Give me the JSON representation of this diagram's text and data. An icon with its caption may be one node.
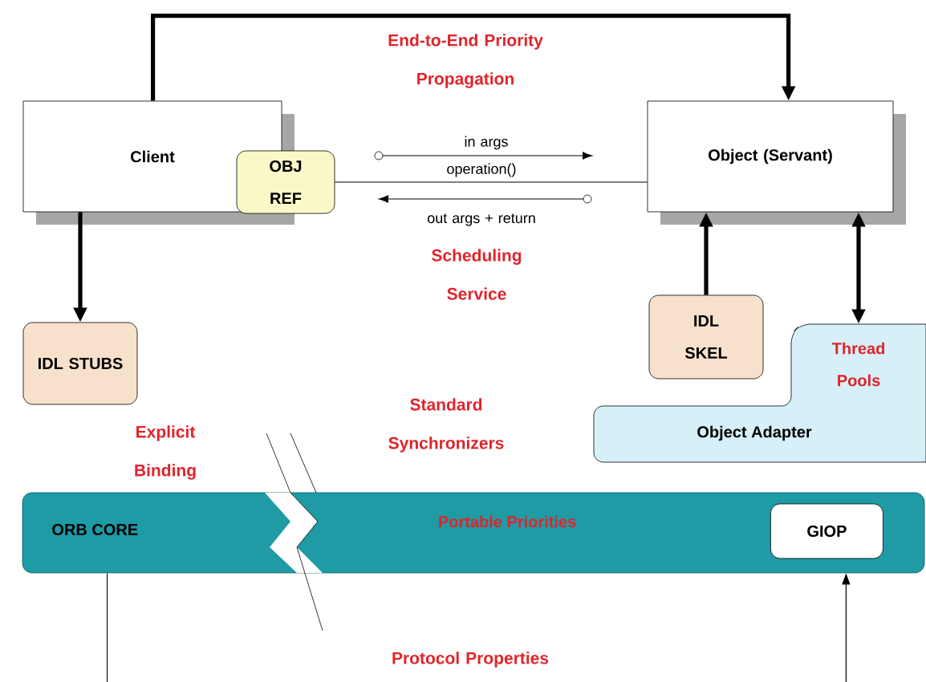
{
  "diagram": {
    "nodes": [
      {
        "text": [
          "Client"
        ]
      },
      {
        "text": [
          "OBJ REF"
        ]
      },
      {
        "text": [
          "Object (Servant)"
        ]
      },
      {
        "text": [
          "IDL STUBS"
        ]
      },
      {
        "text": [
          "IDL SKEL"
        ]
      },
      {
        "text": [
          "Thread Pools",
          "Object Adapter"
        ]
      },
      {
        "text": [
          "ORB CORE",
          "Portable Priorities"
        ]
      },
      {
        "text": [
          "GIOP"
        ],
        "in": 6
      }
    ],
    "edges": [
      {
        "from": 0,
        "to": 2,
        "arrow": "to"
      },
      {
        "from": 1,
        "to": 2,
        "arrow": "none"
      },
      {
        "from": 0,
        "to": 3,
        "arrow": "to"
      },
      {
        "from": 4,
        "to": 2,
        "arrow": "to"
      },
      {
        "from": 2,
        "to": 5,
        "arrow": "both"
      },
      {
        "from": 6,
        "to": null,
        "arrow": "none"
      },
      {
        "from": null,
        "to": 6,
        "arrow": "to"
      }
    ],
    "labels": [
      "End-to-End Priority Propagation",
      "in args",
      "operation()",
      "out args + return",
      "Scheduling Service",
      "Standard Synchronizers",
      "Explicit Binding",
      "Protocol Properties"
    ]
  }
}
